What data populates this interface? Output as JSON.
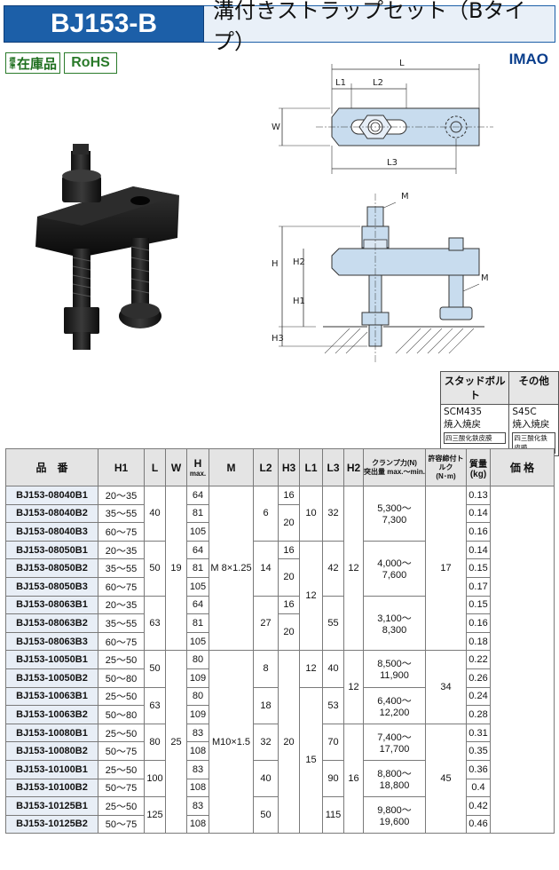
{
  "header": {
    "code": "BJ153-B",
    "title": "溝付きストラップセット（Bタイプ）"
  },
  "badges": {
    "stock_small": "標準",
    "stock": "在庫品",
    "rohs": "RoHS"
  },
  "brand": "IMAO",
  "drawing_labels": {
    "L": "L",
    "L1": "L1",
    "L2": "L2",
    "L3": "L3",
    "W": "W",
    "H": "H",
    "H1": "H1",
    "H2": "H2",
    "H3": "H3",
    "M_top": "M",
    "M_side": "M"
  },
  "materials": {
    "col1": {
      "header": "スタッドボルト",
      "line1": "SCM435",
      "line2": "焼入焼戻",
      "treat": "四三酸化鉄皮膜"
    },
    "col2": {
      "header": "その他",
      "line1": "S45C",
      "line2": "焼入焼戻",
      "treat": "四三酸化鉄皮膜"
    }
  },
  "table": {
    "headers": {
      "code": "品　番",
      "h1": "H1",
      "l": "L",
      "w": "W",
      "h": "H",
      "hmax": "max.",
      "m": "M",
      "l2": "L2",
      "h3": "H3",
      "l1": "L1",
      "l3": "L3",
      "h2": "H2",
      "clamp": "クランプ力(N)",
      "clamp2": "突出量 max.～min.",
      "torque": "許容締付トルク",
      "torque2": "(N･m)",
      "mass": "質量",
      "mass2": "(kg)",
      "price": "価 格"
    },
    "codes": [
      "BJ153-08040B1",
      "BJ153-08040B2",
      "BJ153-08040B3",
      "BJ153-08050B1",
      "BJ153-08050B2",
      "BJ153-08050B3",
      "BJ153-08063B1",
      "BJ153-08063B2",
      "BJ153-08063B3",
      "BJ153-10050B1",
      "BJ153-10050B2",
      "BJ153-10063B1",
      "BJ153-10063B2",
      "BJ153-10080B1",
      "BJ153-10080B2",
      "BJ153-10100B1",
      "BJ153-10100B2",
      "BJ153-10125B1",
      "BJ153-10125B2"
    ],
    "h1": [
      "20～35",
      "35～55",
      "60～75",
      "20～35",
      "35～55",
      "60～75",
      "20～35",
      "35～55",
      "60～75",
      "25～50",
      "50～80",
      "25～50",
      "50～80",
      "25～50",
      "50～75",
      "25～50",
      "50～75",
      "25～50",
      "50～75"
    ],
    "l": [
      "40",
      "50",
      "63",
      "50",
      "63",
      "80",
      "100",
      "125"
    ],
    "w": [
      "19",
      "25"
    ],
    "h": [
      "64",
      "81",
      "105",
      "64",
      "81",
      "105",
      "64",
      "81",
      "105",
      "80",
      "109",
      "80",
      "109",
      "83",
      "108",
      "83",
      "108",
      "83",
      "108"
    ],
    "m": [
      "M 8×1.25",
      "M10×1.5"
    ],
    "l2": [
      "6",
      "14",
      "27",
      "8",
      "18",
      "32",
      "40",
      "50"
    ],
    "h3": [
      "16",
      "20",
      "16",
      "20",
      "16",
      "20",
      "20"
    ],
    "l1": [
      "10",
      "12",
      "12",
      "15"
    ],
    "l3": [
      "32",
      "42",
      "55",
      "40",
      "53",
      "70",
      "90",
      "115"
    ],
    "h2": [
      "12",
      "12",
      "16"
    ],
    "clamp": [
      "5,300～ 7,300",
      "4,000～ 7,600",
      "3,100～ 8,300",
      "8,500～11,900",
      "6,400～12,200",
      "7,400～17,700",
      "8,800～18,800",
      "9,800～19,600"
    ],
    "torque": [
      "17",
      "34",
      "45"
    ],
    "mass": [
      "0.13",
      "0.14",
      "0.16",
      "0.14",
      "0.15",
      "0.17",
      "0.15",
      "0.16",
      "0.18",
      "0.22",
      "0.26",
      "0.24",
      "0.28",
      "0.31",
      "0.35",
      "0.36",
      "0.4",
      "0.42",
      "0.46"
    ]
  }
}
